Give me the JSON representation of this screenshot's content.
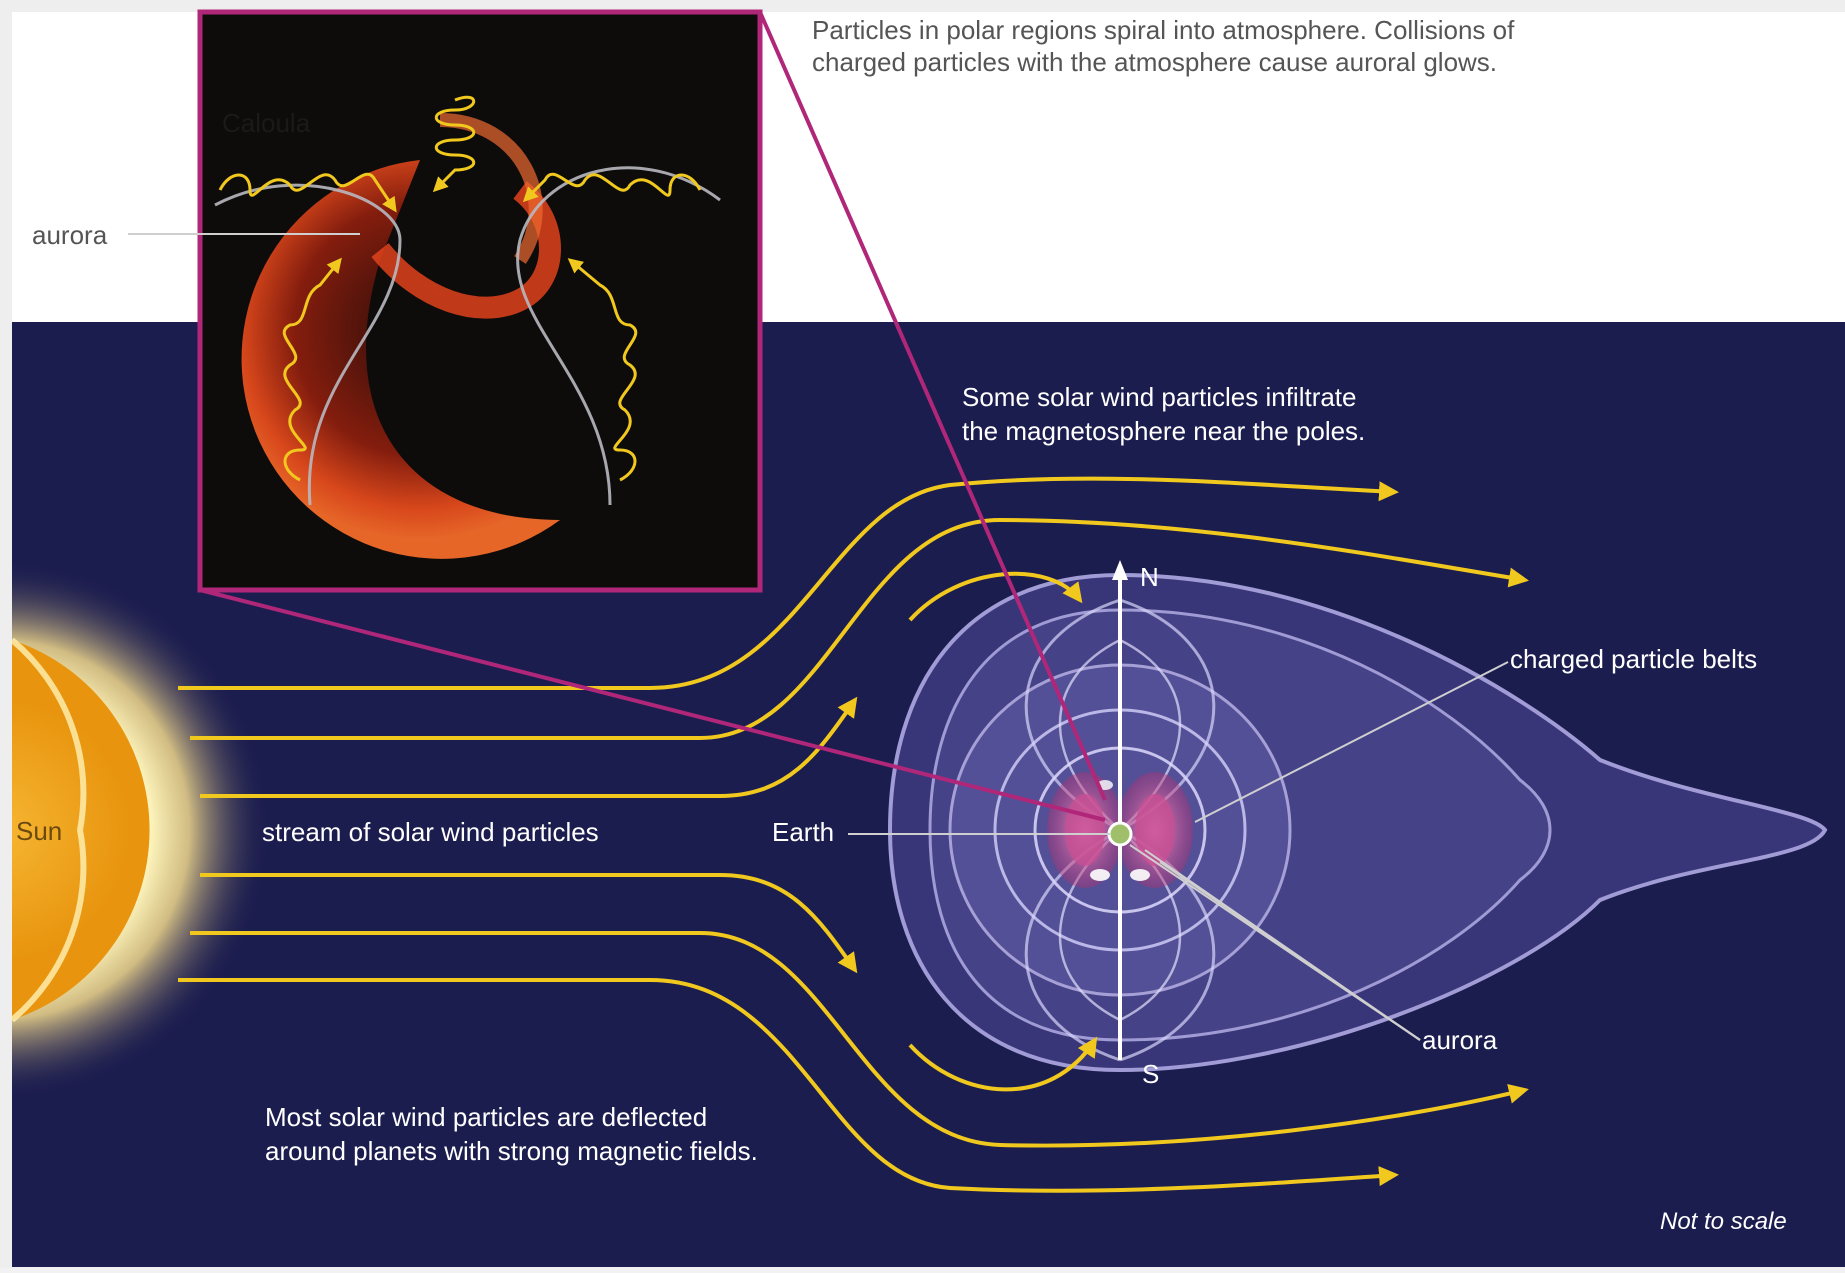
{
  "diagram": {
    "caption_top": [
      "Particles in polar regions spiral into atmosphere. Collisions of",
      "charged particles with the atmosphere cause auroral glows."
    ],
    "infiltrate_note": [
      "Some solar wind particles infiltrate",
      "the magnetosphere near the poles."
    ],
    "deflect_note": [
      "Most solar wind particles are deflected",
      "around planets with strong magnetic fields."
    ],
    "stream_label": "stream of solar wind particles",
    "sun_label": "Sun",
    "earth_label": "Earth",
    "north_label": "N",
    "south_label": "S",
    "belts_label": "charged particle belts",
    "aurora_label": "aurora",
    "inset_aurora_label": "aurora",
    "inset_faint_label": "Caloula",
    "scale_note": "Not to scale"
  },
  "colors": {
    "space": "#1c1d4f",
    "sun": "#f2a218",
    "field_lines": "#f0c81e",
    "inset_frame": "#b0277a",
    "magnetosphere": "#a9a2df",
    "aurora_red": "#d23a16"
  }
}
